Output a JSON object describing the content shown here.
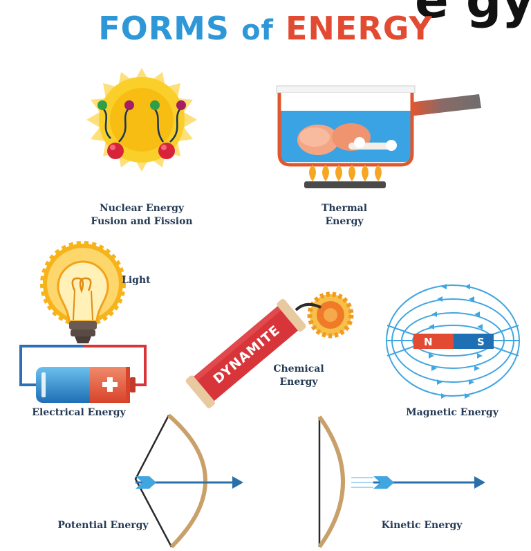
{
  "header": {
    "title_part1": "FORMS",
    "title_part2": "of",
    "title_part3": "ENERGY",
    "corner_text": "e gy"
  },
  "colors": {
    "blue": "#2e97d8",
    "red": "#e24b32",
    "caption": "#243a55"
  },
  "nuclear": {
    "line1": "Nuclear Energy",
    "line2": "Fusion and Fission"
  },
  "thermal": {
    "line1": "Thermal",
    "line2": "Energy"
  },
  "light": {
    "label": "Light"
  },
  "electrical": {
    "label": "Electrical Energy"
  },
  "chemical": {
    "line1": "Chemical",
    "line2": "Energy",
    "dynamite_text": "DYNAMITE"
  },
  "magnetic": {
    "label": "Magnetic Energy",
    "north": "N",
    "south": "S"
  },
  "potential": {
    "label": "Potential Energy"
  },
  "kinetic": {
    "label": "Kinetic Energy"
  },
  "icons": [
    "sun-atom-icon",
    "pan-stove-icon",
    "light-bulb-icon",
    "battery-icon",
    "dynamite-icon",
    "magnet-icon",
    "bow-arrow-icon",
    "flying-arrow-icon"
  ]
}
